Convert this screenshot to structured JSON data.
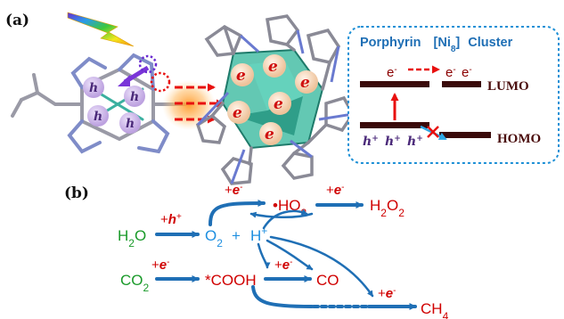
{
  "panel_a": {
    "label": "(a)",
    "holes": [
      "h",
      "h",
      "h",
      "h"
    ],
    "cluster_electrons": [
      "e",
      "e",
      "e",
      "e",
      "e",
      "e"
    ],
    "inset": {
      "porphyrin": "Porphyrin",
      "cluster_ni": "[Ni",
      "cluster_sub": "8",
      "cluster_close": "]",
      "cluster_word": "Cluster",
      "e_left": "e",
      "e_mid": "e",
      "e_right": "e",
      "e_sup": "-",
      "lumo": "LUMO",
      "homo": "HOMO",
      "holes": [
        "h",
        "h",
        "h"
      ],
      "h_sup": "+"
    },
    "colors": {
      "dashed_border": "#1e90d6",
      "title": "#1f6fb5",
      "level_bar": "#3a0a0a",
      "arrow_red": "#e8100f",
      "hole_text": "#4b2a7a",
      "hole_ball": "#c9b3e8",
      "electron_ball": "#f6dcc4",
      "electron_text": "#d01010"
    }
  },
  "panel_b": {
    "label": "(b)",
    "h2o": {
      "base": "H",
      "sub": "2",
      "tail": "O"
    },
    "co2": {
      "base": "CO",
      "sub": "2"
    },
    "o2": {
      "base": "O",
      "sub": "2"
    },
    "plus": "+",
    "hplus": {
      "base": "H",
      "sup": "+"
    },
    "ho2": {
      "dot": "•",
      "base": "HO",
      "sub": "2"
    },
    "h2o2": {
      "a": "H",
      "sub1": "2",
      "b": "O",
      "sub2": "2"
    },
    "cooh": {
      "star": "*",
      "base": "COOH"
    },
    "co": "CO",
    "ch4": {
      "base": "CH",
      "sub": "4"
    },
    "cond_e": {
      "plus": "+",
      "e": "e",
      "sup": "-"
    },
    "cond_h": {
      "plus": "+",
      "h": "h",
      "sup": "+"
    },
    "colors": {
      "green": "#1a9a2a",
      "blue": "#1e8fe0",
      "red": "#d00000",
      "arrow": "#1f6fb5"
    }
  }
}
